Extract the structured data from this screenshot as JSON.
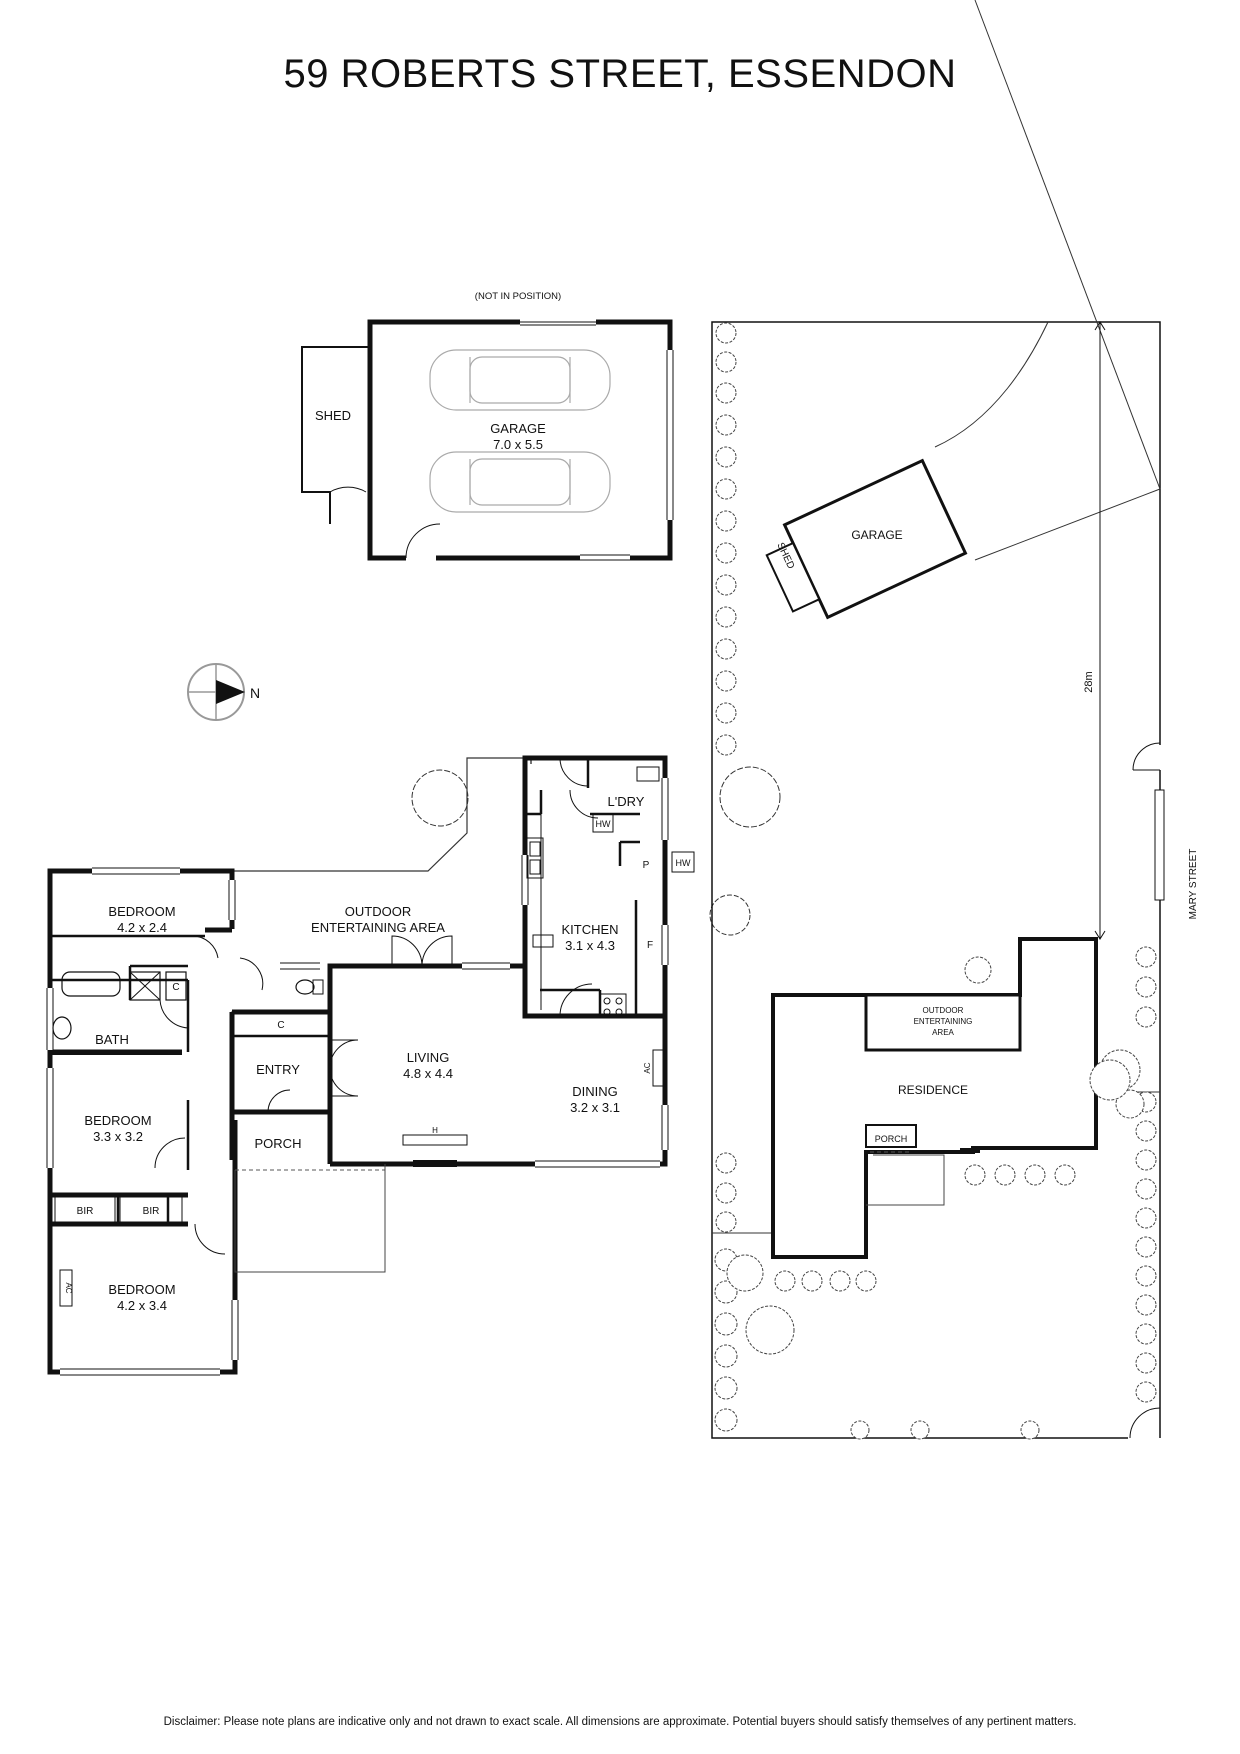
{
  "title": "59 ROBERTS STREET, ESSENDON",
  "disclaimer": "Disclaimer: Please note plans are indicative only and not drawn to exact scale. All dimensions are approximate. Potential buyers should satisfy themselves of any pertinent matters.",
  "outbuilding": {
    "note": "(NOT IN POSITION)",
    "shed": "SHED",
    "garage_name": "GARAGE",
    "garage_size": "7.0 x 5.5"
  },
  "compass": {
    "north_label": "N"
  },
  "rooms": {
    "bedroom1": {
      "name": "BEDROOM",
      "size": "4.2 x 2.4"
    },
    "bedroom2": {
      "name": "BEDROOM",
      "size": "3.3 x 3.2"
    },
    "bedroom3": {
      "name": "BEDROOM",
      "size": "4.2 x 3.4"
    },
    "outdoor": {
      "line1": "OUTDOOR",
      "line2": "ENTERTAINING AREA"
    },
    "laundry": {
      "name": "L'DRY"
    },
    "kitchen": {
      "name": "KITCHEN",
      "size": "3.1 x 4.3"
    },
    "bath": {
      "name": "BATH"
    },
    "entry": {
      "name": "ENTRY"
    },
    "living": {
      "name": "LIVING",
      "size": "4.8 x 4.4"
    },
    "dining": {
      "name": "DINING",
      "size": "3.2 x 3.1"
    },
    "porch": {
      "name": "PORCH"
    }
  },
  "fixtures": {
    "cupboard": "C",
    "hot_water": "HW",
    "pantry": "P",
    "fridge": "F",
    "heater": "H",
    "air_con": "AC",
    "robe": "BIR"
  },
  "site": {
    "garage": "GARAGE",
    "shed": "SHED",
    "residence": "RESIDENCE",
    "porch": "PORCH",
    "outdoor_line1": "OUTDOOR",
    "outdoor_line2": "ENTERTAINING",
    "outdoor_line3": "AREA",
    "dimension": "28m",
    "street": "MARY STREET"
  }
}
